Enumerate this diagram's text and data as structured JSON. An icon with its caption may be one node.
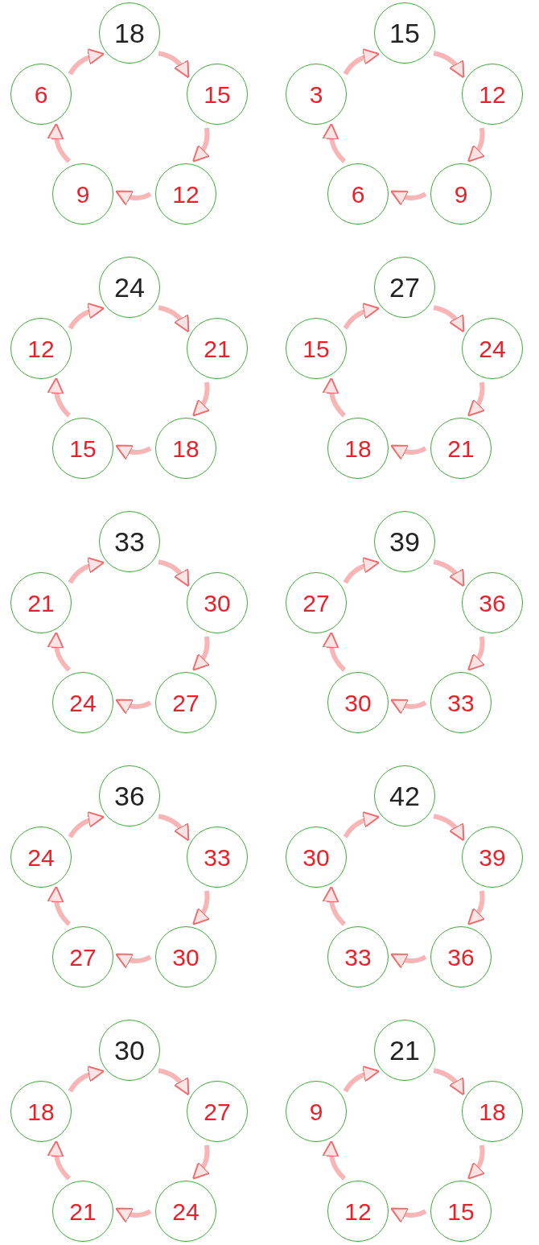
{
  "diagram": {
    "nodes": [
      {
        "text": [
          "18"
        ]
      },
      {
        "text": [
          "15"
        ]
      },
      {
        "text": [
          "12"
        ]
      },
      {
        "text": [
          "9"
        ]
      },
      {
        "text": [
          "6"
        ]
      },
      {
        "text": [
          "15"
        ]
      },
      {
        "text": [
          "12"
        ]
      },
      {
        "text": [
          "9"
        ]
      },
      {
        "text": [
          "6"
        ]
      },
      {
        "text": [
          "3"
        ]
      },
      {
        "text": [
          "24"
        ]
      },
      {
        "text": [
          "21"
        ]
      },
      {
        "text": [
          "18"
        ]
      },
      {
        "text": [
          "15"
        ]
      },
      {
        "text": [
          "12"
        ]
      },
      {
        "text": [
          "27"
        ]
      },
      {
        "text": [
          "24"
        ]
      },
      {
        "text": [
          "21"
        ]
      },
      {
        "text": [
          "18"
        ]
      },
      {
        "text": [
          "15"
        ]
      },
      {
        "text": [
          "33"
        ]
      },
      {
        "text": [
          "30"
        ]
      },
      {
        "text": [
          "27"
        ]
      },
      {
        "text": [
          "24"
        ]
      },
      {
        "text": [
          "21"
        ]
      },
      {
        "text": [
          "39"
        ]
      },
      {
        "text": [
          "36"
        ]
      },
      {
        "text": [
          "33"
        ]
      },
      {
        "text": [
          "30"
        ]
      },
      {
        "text": [
          "27"
        ]
      },
      {
        "text": [
          "36"
        ]
      },
      {
        "text": [
          "33"
        ]
      },
      {
        "text": [
          "30"
        ]
      },
      {
        "text": [
          "27"
        ]
      },
      {
        "text": [
          "24"
        ]
      },
      {
        "text": [
          "42"
        ]
      },
      {
        "text": [
          "39"
        ]
      },
      {
        "text": [
          "36"
        ]
      },
      {
        "text": [
          "33"
        ]
      },
      {
        "text": [
          "30"
        ]
      },
      {
        "text": [
          "30"
        ]
      },
      {
        "text": [
          "27"
        ]
      },
      {
        "text": [
          "24"
        ]
      },
      {
        "text": [
          "21"
        ]
      },
      {
        "text": [
          "18"
        ]
      },
      {
        "text": [
          "21"
        ]
      },
      {
        "text": [
          "18"
        ]
      },
      {
        "text": [
          "15"
        ]
      },
      {
        "text": [
          "12"
        ]
      },
      {
        "text": [
          "9"
        ]
      }
    ],
    "edges": [
      {
        "from": 0,
        "to": 1,
        "arrow": "to"
      },
      {
        "from": 1,
        "to": 2,
        "arrow": "to"
      },
      {
        "from": 2,
        "to": 3,
        "arrow": "to"
      },
      {
        "from": 3,
        "to": 4,
        "arrow": "to"
      },
      {
        "from": 4,
        "to": 0,
        "arrow": "to"
      },
      {
        "from": 5,
        "to": 6,
        "arrow": "to"
      },
      {
        "from": 6,
        "to": 7,
        "arrow": "to"
      },
      {
        "from": 7,
        "to": 8,
        "arrow": "to"
      },
      {
        "from": 8,
        "to": 9,
        "arrow": "to"
      },
      {
        "from": 9,
        "to": 5,
        "arrow": "to"
      },
      {
        "from": 10,
        "to": 11,
        "arrow": "to"
      },
      {
        "from": 11,
        "to": 12,
        "arrow": "to"
      },
      {
        "from": 12,
        "to": 13,
        "arrow": "to"
      },
      {
        "from": 13,
        "to": 14,
        "arrow": "to"
      },
      {
        "from": 14,
        "to": 10,
        "arrow": "to"
      },
      {
        "from": 15,
        "to": 16,
        "arrow": "to"
      },
      {
        "from": 16,
        "to": 17,
        "arrow": "to"
      },
      {
        "from": 17,
        "to": 18,
        "arrow": "to"
      },
      {
        "from": 18,
        "to": 19,
        "arrow": "to"
      },
      {
        "from": 19,
        "to": 15,
        "arrow": "to"
      },
      {
        "from": 20,
        "to": 21,
        "arrow": "to"
      },
      {
        "from": 21,
        "to": 22,
        "arrow": "to"
      },
      {
        "from": 22,
        "to": 23,
        "arrow": "to"
      },
      {
        "from": 23,
        "to": 24,
        "arrow": "to"
      },
      {
        "from": 24,
        "to": 20,
        "arrow": "to"
      },
      {
        "from": 25,
        "to": 26,
        "arrow": "to"
      },
      {
        "from": 26,
        "to": 27,
        "arrow": "to"
      },
      {
        "from": 27,
        "to": 28,
        "arrow": "to"
      },
      {
        "from": 28,
        "to": 29,
        "arrow": "to"
      },
      {
        "from": 29,
        "to": 25,
        "arrow": "to"
      },
      {
        "from": 30,
        "to": 31,
        "arrow": "to"
      },
      {
        "from": 31,
        "to": 32,
        "arrow": "to"
      },
      {
        "from": 32,
        "to": 33,
        "arrow": "to"
      },
      {
        "from": 33,
        "to": 34,
        "arrow": "to"
      },
      {
        "from": 34,
        "to": 30,
        "arrow": "to"
      },
      {
        "from": 35,
        "to": 36,
        "arrow": "to"
      },
      {
        "from": 36,
        "to": 37,
        "arrow": "to"
      },
      {
        "from": 37,
        "to": 38,
        "arrow": "to"
      },
      {
        "from": 38,
        "to": 39,
        "arrow": "to"
      },
      {
        "from": 39,
        "to": 35,
        "arrow": "to"
      },
      {
        "from": 40,
        "to": 41,
        "arrow": "to"
      },
      {
        "from": 41,
        "to": 42,
        "arrow": "to"
      },
      {
        "from": 42,
        "to": 43,
        "arrow": "to"
      },
      {
        "from": 43,
        "to": 44,
        "arrow": "to"
      },
      {
        "from": 44,
        "to": 40,
        "arrow": "to"
      },
      {
        "from": 45,
        "to": 46,
        "arrow": "to"
      },
      {
        "from": 46,
        "to": 47,
        "arrow": "to"
      },
      {
        "from": 47,
        "to": 48,
        "arrow": "to"
      },
      {
        "from": 48,
        "to": 49,
        "arrow": "to"
      },
      {
        "from": 49,
        "to": 45,
        "arrow": "to"
      }
    ]
  }
}
